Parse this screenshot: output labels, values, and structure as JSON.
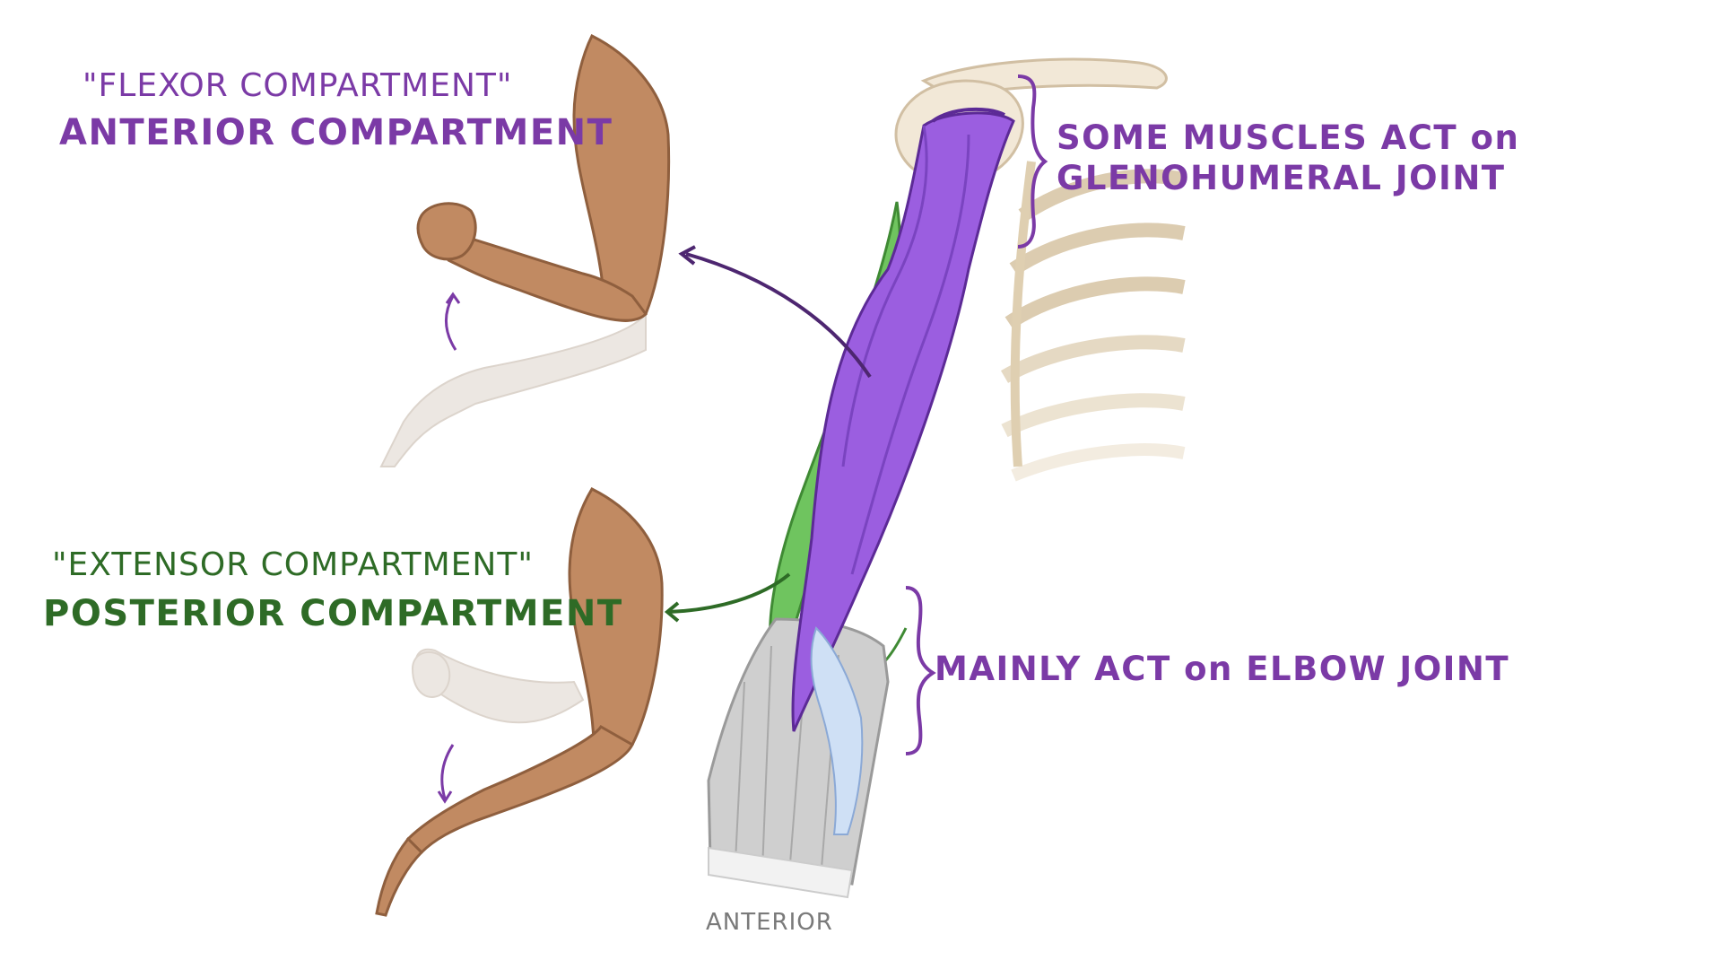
{
  "labels": {
    "flexor_quote": "\"FLEXOR COMPARTMENT\"",
    "anterior_compartment": "ANTERIOR COMPARTMENT",
    "extensor_quote": "\"EXTENSOR COMPARTMENT\"",
    "posterior_compartment": "POSTERIOR COMPARTMENT",
    "glenohumeral_line1": "SOME MUSCLES ACT on",
    "glenohumeral_line2": "GLENOHUMERAL JOINT",
    "elbow": "MAINLY ACT on ELBOW JOINT",
    "view": "ANTERIOR"
  },
  "colors": {
    "anterior": "#7b3aa6",
    "posterior": "#2e6b26",
    "biceps": "#9b5ee0",
    "green_muscle": "#6fc45f",
    "skin": "#c18a62",
    "bone": "#efe3cf",
    "gray_muscle": "#c9c9c9"
  }
}
